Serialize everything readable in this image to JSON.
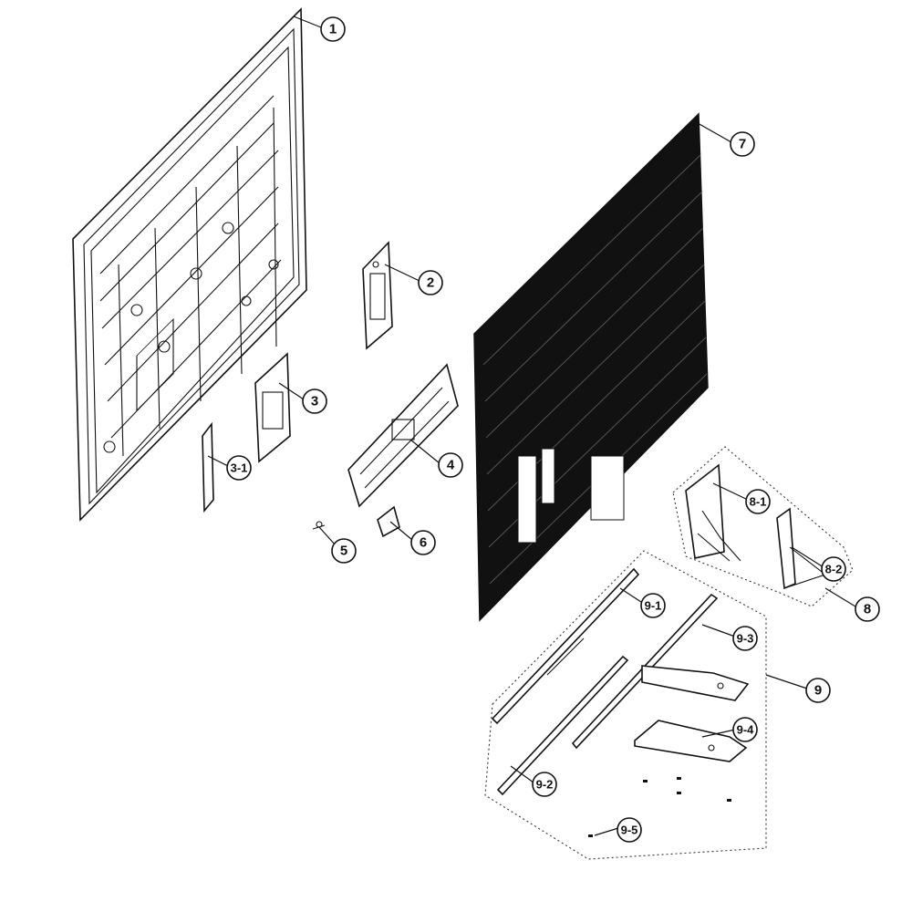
{
  "callouts": {
    "c1": "1",
    "c2": "2",
    "c3": "3",
    "c3_1": "3-1",
    "c4": "4",
    "c5": "5",
    "c6": "6",
    "c7": "7",
    "c8": "8",
    "c8_1": "8-1",
    "c8_2": "8-2",
    "c9": "9",
    "c9_1": "9-1",
    "c9_2": "9-2",
    "c9_3": "9-3",
    "c9_4": "9-4",
    "c9_5": "9-5"
  }
}
